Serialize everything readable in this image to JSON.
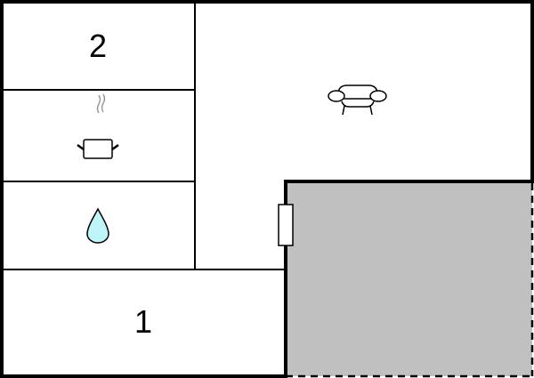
{
  "floorplan": {
    "rooms": [
      {
        "id": "bedroom-2",
        "label": "2",
        "icon": null
      },
      {
        "id": "kitchen",
        "label": "",
        "icon": "cooking-pot-icon"
      },
      {
        "id": "bathroom",
        "label": "",
        "icon": "water-drop-icon"
      },
      {
        "id": "bedroom-1",
        "label": "1",
        "icon": null
      },
      {
        "id": "living-room",
        "label": "",
        "icon": "armchair-icon"
      },
      {
        "id": "terrace",
        "label": "",
        "icon": null
      }
    ],
    "colors": {
      "wall": "#000000",
      "terrace_fill": "#c0c0c0",
      "water_drop_fill": "#bff4f8",
      "steam": "#999999",
      "background": "#ffffff"
    }
  }
}
